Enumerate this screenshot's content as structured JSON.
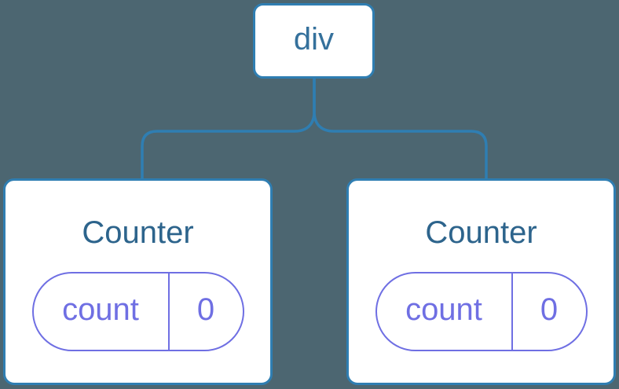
{
  "diagram": {
    "kind": "component-tree",
    "colors": {
      "background": "#4C6671",
      "connector_line": "#2F7EB2",
      "card_background": "#FFFFFF",
      "card_border": "#2F7EB2",
      "node_label": "#2D648C",
      "state_accent": "#6F6FE3"
    },
    "root": {
      "label": "div"
    },
    "children": [
      {
        "label": "Counter",
        "state": {
          "key": "count",
          "value": "0"
        }
      },
      {
        "label": "Counter",
        "state": {
          "key": "count",
          "value": "0"
        }
      }
    ]
  }
}
